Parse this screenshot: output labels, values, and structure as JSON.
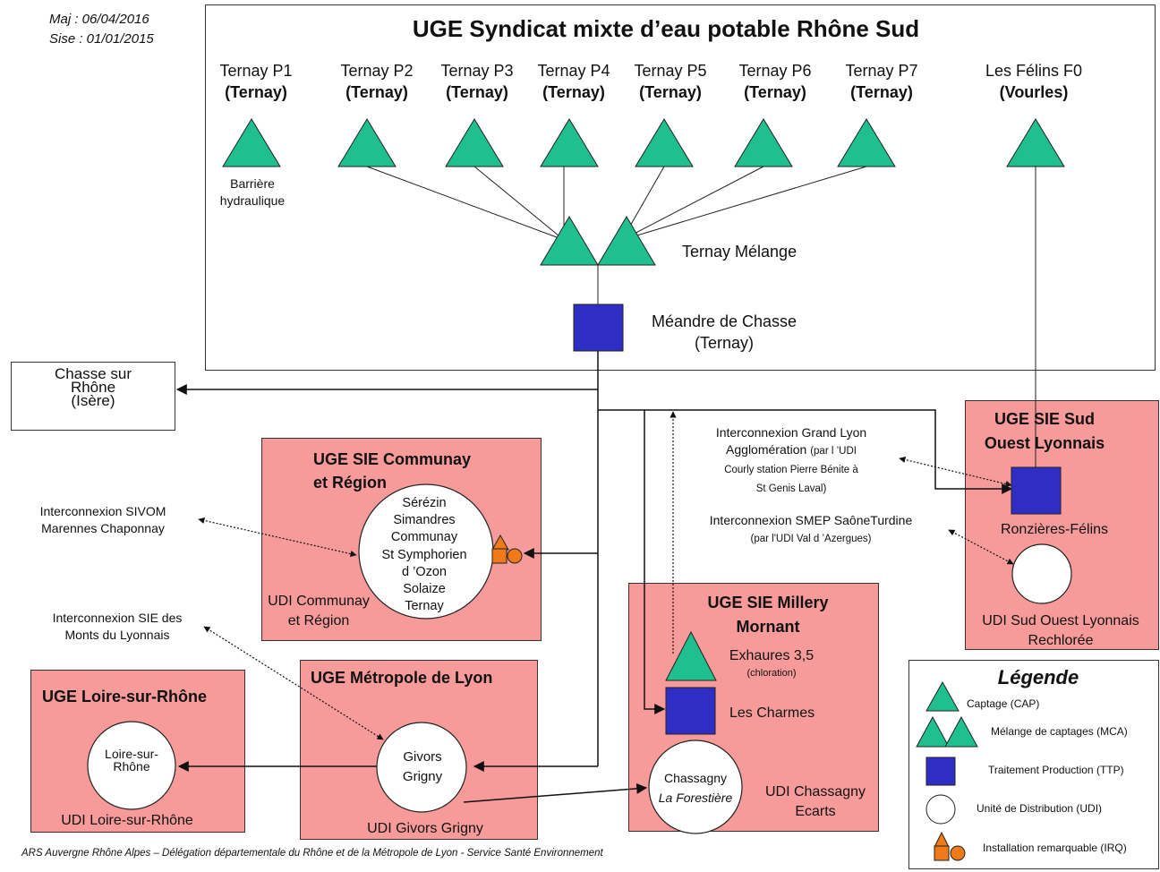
{
  "meta": {
    "maj": "Maj : 06/04/2016",
    "sise": "Sise : 01/01/2015",
    "footer": "ARS Auvergne Rhône Alpes – Délégation départementale du Rhône et de la Métropole de Lyon - Service Santé Environnement"
  },
  "colors": {
    "captage": "#1fbf8f",
    "ttp": "#2e2ec4",
    "uge_box": "#f79a9a",
    "irq": "#f07a1a"
  },
  "top_uge": {
    "title": "UGE Syndicat mixte d’eau potable Rhône Sud",
    "captages": [
      {
        "name": "Ternay P1",
        "commune": "(Ternay)"
      },
      {
        "name": "Ternay P2",
        "commune": "(Ternay)"
      },
      {
        "name": "Ternay P3",
        "commune": "(Ternay)"
      },
      {
        "name": "Ternay P4",
        "commune": "(Ternay)"
      },
      {
        "name": "Ternay P5",
        "commune": "(Ternay)"
      },
      {
        "name": "Ternay P6",
        "commune": "(Ternay)"
      },
      {
        "name": "Ternay P7",
        "commune": "(Ternay)"
      },
      {
        "name": "Les Félins F0",
        "commune": "(Vourles)"
      }
    ],
    "barriere_1": "Barrière",
    "barriere_2": "hydraulique",
    "melange": "Ternay Mélange",
    "ttp_1": "Méandre de Chasse",
    "ttp_2": "(Ternay)"
  },
  "chasse": {
    "line1": "Chasse sur",
    "line2": "Rhône",
    "line3": "(Isère)"
  },
  "communay": {
    "title_1": "UGE SIE Communay",
    "title_2": "et Région",
    "udi_lines": [
      "Sérézin",
      "Simandres",
      "Communay",
      "St Symphorien",
      "d ’Ozon",
      "Solaize",
      "Ternay"
    ],
    "udi_label_1": "UDI Communay",
    "udi_label_2": "et Région"
  },
  "sivom": {
    "line1": "Interconnexion SIVOM",
    "line2": "Marennes Chaponnay"
  },
  "monts": {
    "line1": "Interconnexion SIE des",
    "line2": "Monts du Lyonnais"
  },
  "loire": {
    "title": "UGE Loire-sur-Rhône",
    "udi_1": "Loire-sur-",
    "udi_2": "Rhône",
    "udi_label": "UDI Loire-sur-Rhône"
  },
  "metropole": {
    "title": "UGE Métropole de Lyon",
    "udi_1": "Givors",
    "udi_2": "Grigny",
    "udi_label": "UDI Givors Grigny"
  },
  "millery": {
    "title_1": "UGE SIE Millery",
    "title_2": "Mornant",
    "exhaures": "Exhaures 3,5",
    "chloration": "(chloration)",
    "charmes": "Les Charmes",
    "udi_1": "Chassagny",
    "udi_2": "La Forestière",
    "udi_label_1": "UDI Chassagny",
    "udi_label_2": "Ecarts"
  },
  "grand_lyon": {
    "line1": "Interconnexion Grand Lyon",
    "line2a": "Agglomération",
    "line2b": "(par l ’UDI",
    "line3": "Courly station Pierre Bénite à",
    "line4": "St Genis Laval)"
  },
  "smep": {
    "line1": "Interconnexion SMEP SaôneTurdine",
    "line2": "(par l'UDI Val d ’Azergues)"
  },
  "sud_ouest": {
    "title_1": "UGE SIE Sud",
    "title_2": "Ouest Lyonnais",
    "ttp": "Ronzières-Félins",
    "udi_1": "UDI Sud Ouest Lyonnais",
    "udi_2": "Rechlorée"
  },
  "legend": {
    "title": "Légende",
    "items": [
      {
        "icon": "triangle",
        "label": "Captage (CAP)"
      },
      {
        "icon": "double-triangle",
        "label": "Mélange de captages (MCA)"
      },
      {
        "icon": "square",
        "label": "Traitement  Production (TTP)"
      },
      {
        "icon": "circle",
        "label": "Unité de Distribution (UDI)"
      },
      {
        "icon": "irq",
        "label": "Installation remarquable (IRQ)"
      }
    ]
  }
}
